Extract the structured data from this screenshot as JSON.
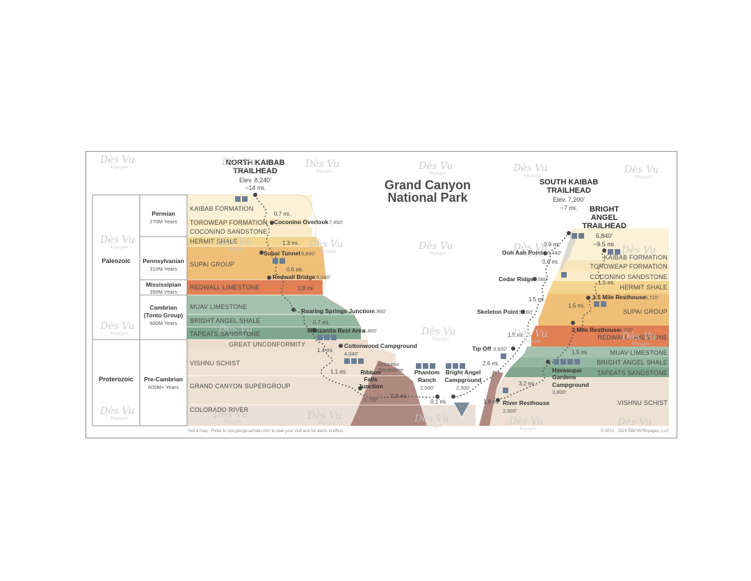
{
  "title": {
    "line1": "Grand Canyon",
    "line2": "National Park"
  },
  "watermark": {
    "name": "Dès Vu",
    "sub": "Voyages"
  },
  "north_trailhead": {
    "name_line1": "NORTH KAIBAB",
    "name_line2": "TRAILHEAD",
    "elev": "Elev. 8,240'",
    "dist": "~14 mi."
  },
  "south_kaibab": {
    "name_line1": "SOUTH KAIBAB",
    "name_line2": "TRAILHEAD",
    "elev": "Elev. 7,200'",
    "dist": "~7 mi."
  },
  "bright_angel_th": {
    "name_line1": "BRIGHT",
    "name_line2": "ANGEL",
    "name_line3": "TRAILHEAD",
    "elev": "6,840'",
    "dist": "~9.5 mi."
  },
  "eras": [
    {
      "era": "Paleozoic",
      "periods": [
        {
          "name": "Permian",
          "age": "270M Years"
        },
        {
          "name": "Pennsylvanian",
          "age": "310M Years"
        },
        {
          "name": "Mississipian",
          "age": "350M Years"
        },
        {
          "name": "Cambrian",
          "name2": "(Tonto Group)",
          "age": "600M Years"
        }
      ]
    },
    {
      "era": "Proterozoic",
      "periods": [
        {
          "name": "Pre-Cambrian",
          "age": "600M+ Years"
        }
      ]
    }
  ],
  "left_layers": [
    "KAIBAB FORMATION",
    "TOROWEAP FORMATION",
    "COCONINO SANDSTONE",
    "HERMIT SHALE",
    "SUPAI GROUP",
    "REDWALL LIMESTONE",
    "MUAV LIMESTONE",
    "BRIGHT ANGEL SHALE",
    "TAPEATS SANDSTONE",
    "GREAT UNCONFORMITY",
    "VISHNU SCHIST",
    "GRAND CANYON SUPERGROUP",
    "COLORADO RIVER"
  ],
  "right_layers": [
    "KAIBAB FORMATION",
    "TOROWEAP FORMATION",
    "COCONINO SANDSTONE",
    "HERMIT SHALE",
    "SUPAI GROUP",
    "REDWALL LIMESTONE",
    "MUAV LIMESTONE",
    "BRIGHT ANGEL SHALE",
    "TAPEATS SANDSTONE",
    "VISHNU SCHIST"
  ],
  "north_stops": [
    {
      "name": "Coconino Overlook",
      "elev": "7,450'"
    },
    {
      "name": "Supai Tunnel",
      "elev": "6,840'"
    },
    {
      "name": "Redwall Bridge",
      "elev": "6,040'"
    },
    {
      "name": "Roaring Springs Junction",
      "elev": "4,960'"
    },
    {
      "name": "Manzanita Rest Area",
      "elev": "4,400'"
    },
    {
      "name": "Cottonwood Campground",
      "elev": "4,040'"
    },
    {
      "name": "Ribbon Falls Junction",
      "elev": "3,750'"
    }
  ],
  "north_ribbon": {
    "line1": "Ribbon",
    "line2": "Falls",
    "line3": "Junction"
  },
  "north_dists": [
    "0.7 mi.",
    "1.3 mi.",
    "0.6 mi.",
    "1.8 mi.",
    "0.7 mi.",
    "1.4 mi.",
    "1.1 mi.",
    "5.8 mi."
  ],
  "shinumo": {
    "line1": "Shinumo",
    "line2": "Sandstone"
  },
  "bottom": {
    "phantom": {
      "line1": "Phantom",
      "line2": "Ranch",
      "elev": "2,500'"
    },
    "bac": {
      "line1": "Bright Angel",
      "line2": "Campground",
      "elev": "2,500'"
    },
    "dist": "0.1 mi."
  },
  "sk_stops": [
    {
      "name": "Ooh Aah Point",
      "elev": "6,440'"
    },
    {
      "name": "Cedar Ridge",
      "elev": "6,080'"
    },
    {
      "name": "Skeleton Point",
      "elev": "5,160'"
    },
    {
      "name": "Tip Off",
      "elev": "3,920'"
    }
  ],
  "sk_dists": [
    "0.9 mi.",
    "0.6 mi.",
    "1.5 mi.",
    "1.5 mi.",
    "2.6 mi."
  ],
  "ba_stops": [
    {
      "name": "1.5 Mile Resthouse",
      "elev": "5,720'"
    },
    {
      "name": "3 Mile Resthouse",
      "elev": "4,720'"
    },
    {
      "name": "River Resthouse",
      "elev": "2,500'"
    }
  ],
  "havasupai": {
    "line1": "Havasupai",
    "line2": "Gardens",
    "line3": "Campground",
    "elev": "3,800'"
  },
  "ba_dists": [
    "1.5 mi.",
    "1.5 mi.",
    "1.5 mi.",
    "3.2 mi.",
    "1.8 mi."
  ],
  "footer_note": "Not a map - Refer to nps.gov/grca/index.htm to plan your visit and for alerts in effect.",
  "copyright": "© 2021 - 2024 Dès Vu Voyages, LLC",
  "colors": {
    "kaibab": "#fbf1d6",
    "toroweap": "#f8e6bd",
    "coconino": "#fbedc9",
    "hermit": "#f4d58f",
    "supai": "#efbf78",
    "redwall": "#e17f55",
    "muav": "#a5c2ae",
    "brightangel": "#93b79f",
    "tapeats": "#7ea78d",
    "unconf": "#eddccb",
    "vishnu": "#f0e1d2",
    "supergroup": "#ede1d4",
    "river_wedge": "#a3786e",
    "frame": "#8f8f8f"
  }
}
